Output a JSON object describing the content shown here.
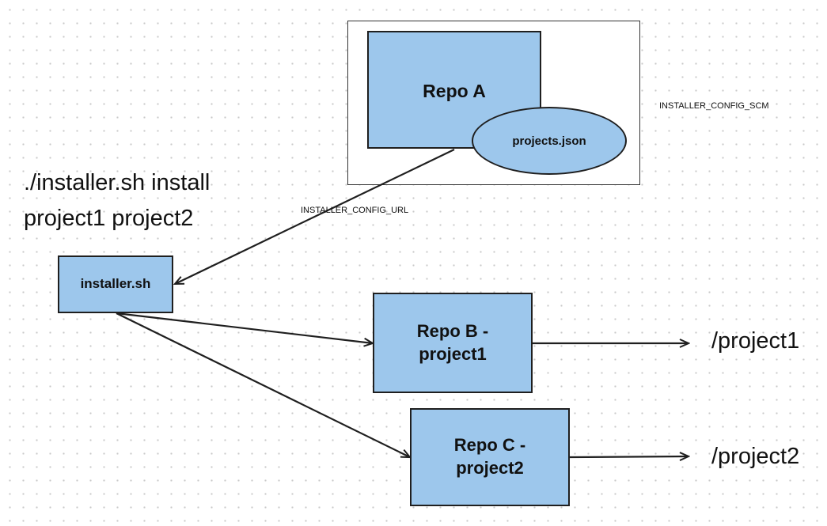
{
  "nodes": {
    "repo_a": "Repo A",
    "projects_json": "projects.json",
    "installer": "installer.sh",
    "repo_b": [
      "Repo B -",
      "project1"
    ],
    "repo_c": [
      "Repo C -",
      "project2"
    ]
  },
  "labels": {
    "command": [
      "./installer.sh install",
      "project1 project2"
    ],
    "config_scm": "INSTALLER_CONFIG_SCM",
    "config_url": "INSTALLER_CONFIG_URL",
    "output_1": "/project1",
    "output_2": "/project2"
  },
  "colors": {
    "node_fill": "#9dc7ec",
    "stroke": "#1f1f1f"
  }
}
